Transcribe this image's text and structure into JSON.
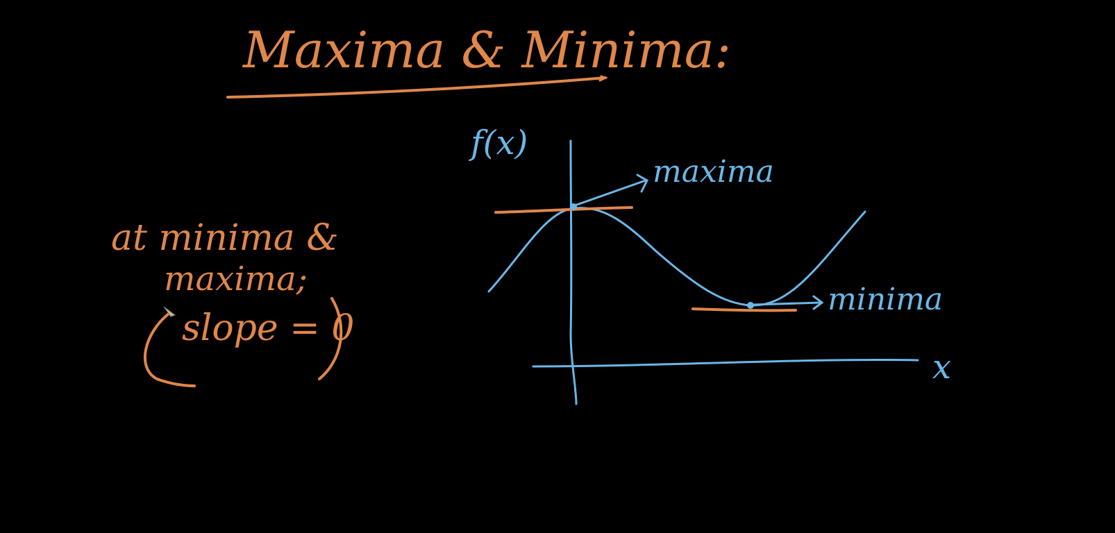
{
  "title": "Maxima & Minima:",
  "note": {
    "line1": "at minima &",
    "line2": "maxima;",
    "condition": "slope = 0"
  },
  "graph": {
    "y_axis_label": "f(x)",
    "x_axis_label": "x",
    "maxima_label": "maxima",
    "minima_label": "minima"
  },
  "colors": {
    "background": "#000000",
    "orange_ink": "#E0874A",
    "blue_ink": "#6AB8E8"
  }
}
